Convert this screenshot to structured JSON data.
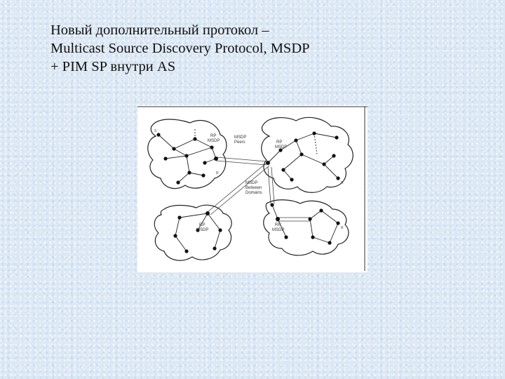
{
  "slide": {
    "title_lines": [
      "Новый дополнительный протокол –",
      "Multicast Source Discovery Protocol, MSDP",
      "+ PIM SP внутри AS"
    ]
  },
  "diagram": {
    "labels": {
      "rp_top_left": "RP",
      "msdp_top_left": "MSDP",
      "rp_top_right": "RP",
      "msdp_top_right": "MSDP",
      "rp_bottom_left": "RP",
      "msdp_bottom_left": "MSDP",
      "rp_bottom_right": "RP",
      "msdp_bottom_right": "MSDP",
      "msdp_peers_1": "MSDP",
      "msdp_peers_2": "Peers",
      "msdp_between_1": "MSDP",
      "msdp_between_2": "Between",
      "msdp_between_3": "Domains",
      "node_s": "S",
      "node_r1": "R",
      "node_r2": "R",
      "node_r3": "R"
    }
  }
}
